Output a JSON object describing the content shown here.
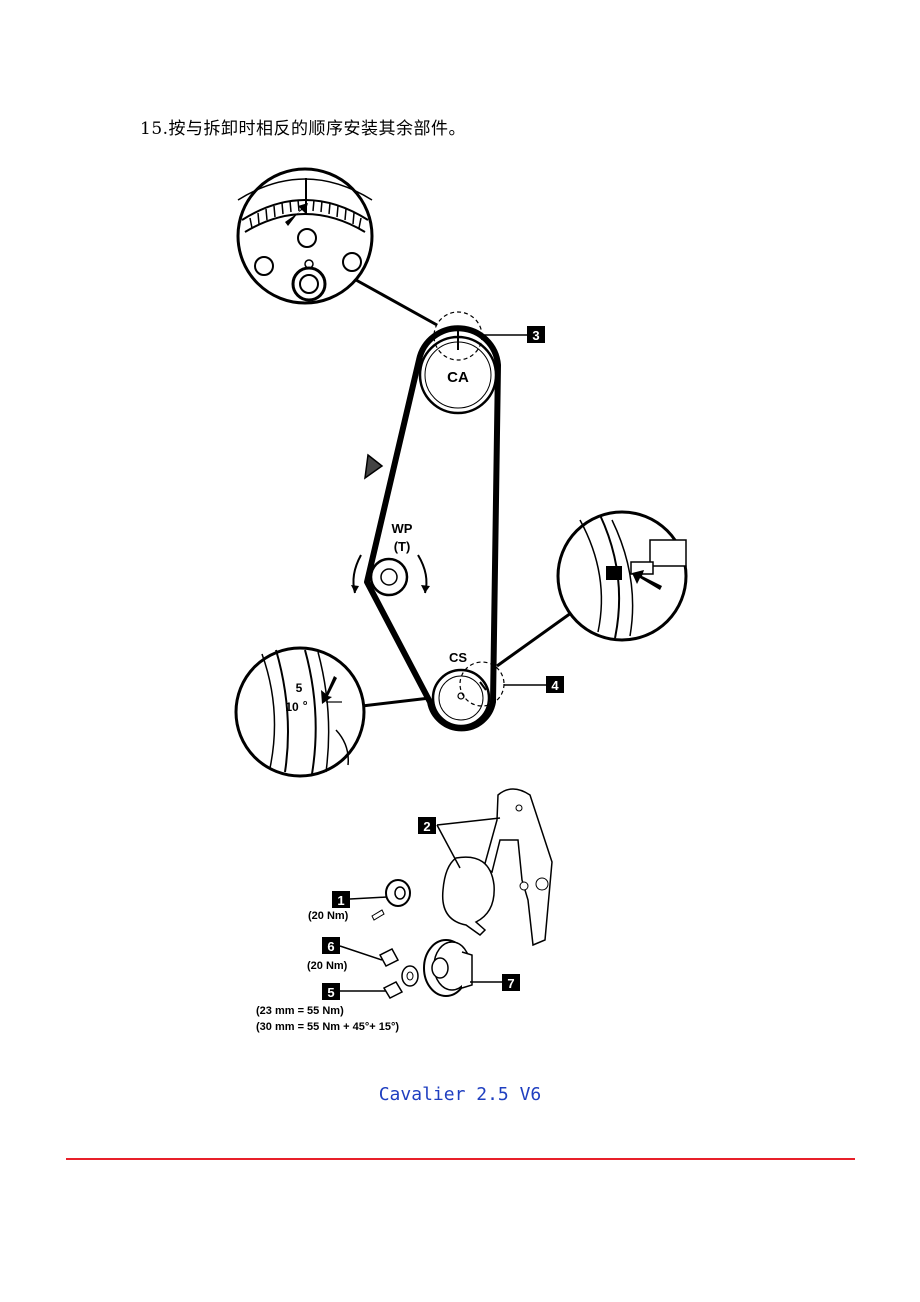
{
  "step_text": "15.按与拆卸时相反的顺序安装其余部件。",
  "figure": {
    "pulley_labels": {
      "camshaft": "CA",
      "water_pump": "WP",
      "tensioner": "(T)",
      "crankshaft": "CS"
    },
    "callouts": {
      "c1": "1",
      "c2": "2",
      "c3": "3",
      "c4": "4",
      "c5": "5",
      "c6": "6",
      "c7": "7"
    },
    "torque_1": "(20 Nm)",
    "torque_6": "(20 Nm)",
    "torque_5_line1": "(23 mm = 55 Nm)",
    "torque_5_line2": "(30 mm = 55 Nm + 45°+ 15°)",
    "timing_marks": {
      "upper": "5",
      "lower": "10"
    },
    "degree_symbol": "o"
  },
  "caption": "Cavalier 2.5 V6",
  "colors": {
    "caption": "#1f3fc0",
    "rule": "#e8202a"
  }
}
